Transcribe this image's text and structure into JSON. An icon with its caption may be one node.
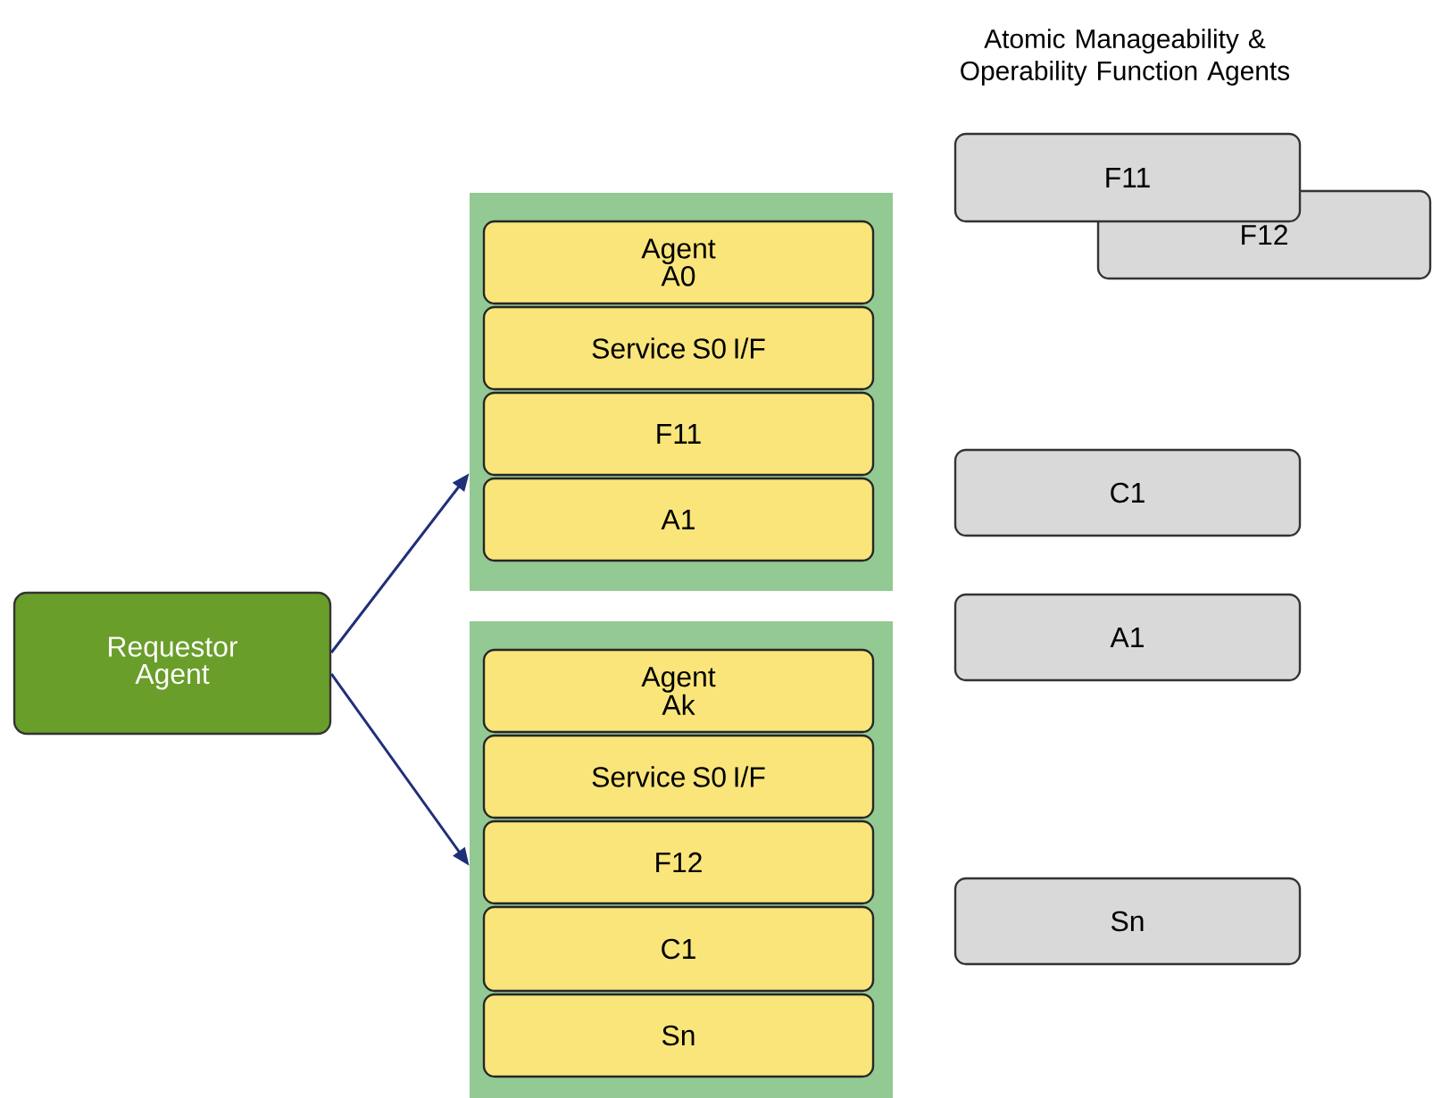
{
  "diagram": {
    "title": "Atomic Manageability & Operability Function Agents",
    "nodes": [
      {
        "text": [
          "Requestor Agent"
        ]
      },
      {
        "text": [],
        "shape": "box"
      },
      {
        "text": [
          "Agent A0"
        ],
        "in": 1
      },
      {
        "text": [
          "Service S0 I/F"
        ],
        "in": 1
      },
      {
        "text": [
          "F11"
        ],
        "in": 1
      },
      {
        "text": [
          "A1"
        ],
        "in": 1
      },
      {
        "text": [],
        "shape": "box"
      },
      {
        "text": [
          "Agent Ak"
        ],
        "in": 6
      },
      {
        "text": [
          "Service S0 I/F"
        ],
        "in": 6
      },
      {
        "text": [
          "F12"
        ],
        "in": 6
      },
      {
        "text": [
          "C1"
        ],
        "in": 6
      },
      {
        "text": [
          "Sn"
        ],
        "in": 6
      },
      {
        "text": [
          "F11"
        ]
      },
      {
        "text": [
          "F12"
        ]
      },
      {
        "text": [
          "C1"
        ]
      },
      {
        "text": [
          "A1"
        ]
      },
      {
        "text": [
          "Sn"
        ]
      }
    ],
    "edges": [
      {
        "from": 0,
        "to": 1,
        "arrow": "to"
      },
      {
        "from": 0,
        "to": 6,
        "arrow": "to"
      }
    ]
  }
}
